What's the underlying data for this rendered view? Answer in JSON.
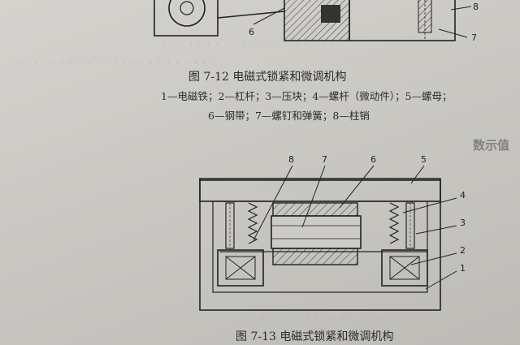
{
  "figure_top": {
    "part_labels": [
      "8",
      "7",
      "6"
    ],
    "caption": "图 7-12   电磁式锁紧和微调机构",
    "legend_line1": "1—电磁铁；2—杠杆；3—压块；4—螺杆（微动件）；5—螺母；",
    "legend_line2": "6—钢带；7—螺钉和弹簧；8—柱销"
  },
  "figure_bottom": {
    "part_labels": {
      "l8": "8",
      "l7": "7",
      "l6": "6",
      "l5": "5",
      "l4": "4",
      "l3": "3",
      "l2": "2",
      "l1": "1"
    },
    "caption": "图 7-13   电磁式锁紧和微调机构"
  },
  "side_fragments": {
    "heading": "数示值"
  },
  "colors": {
    "ink": "#2a2a2a",
    "paper": "#cfcdc8"
  }
}
